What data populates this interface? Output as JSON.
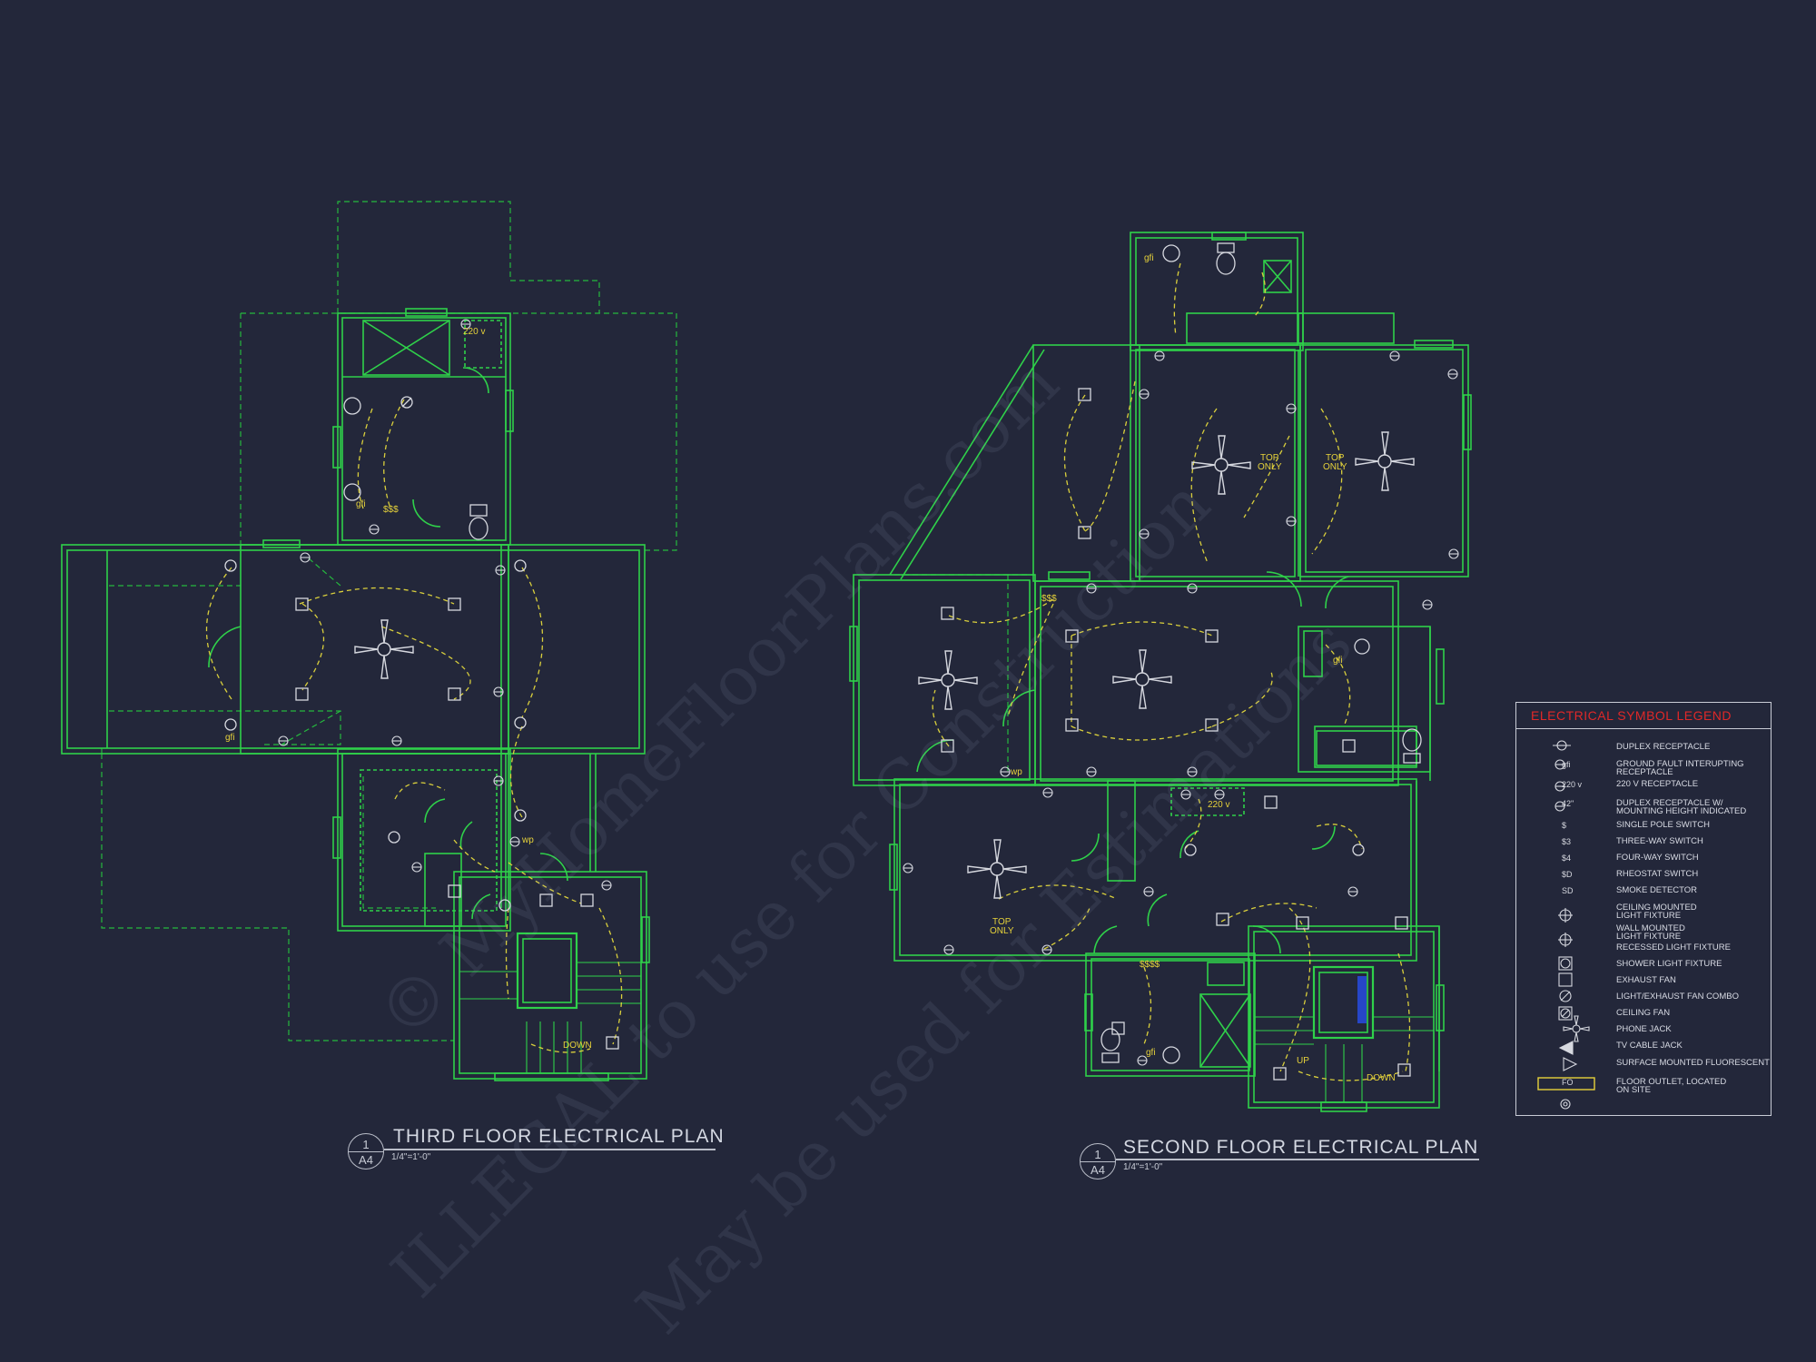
{
  "watermark": {
    "line1": "© MyHomeFloorPlans.com",
    "line2": "ILLEGAL to use for Construction",
    "line3": "May be used for Estimations"
  },
  "third_floor": {
    "title": "THIRD FLOOR ELECTRICAL PLAN",
    "num": "1",
    "sheet": "A4",
    "scale": "1/4\"=1'-0\"",
    "notes": {
      "v220": "220 v",
      "wp": "wp",
      "down": "DOWN",
      "gfi1": "gfi",
      "gfi2": "gfi",
      "sw3": "$$$"
    }
  },
  "second_floor": {
    "title": "SECOND FLOOR ELECTRICAL PLAN",
    "num": "1",
    "sheet": "A4",
    "scale": "1/4\"=1'-0\"",
    "notes": {
      "top_only_1": "TOP\nONLY",
      "top_only_2": "TOP\nONLY",
      "top_only_3": "TOP\nONLY",
      "v220": "220 v",
      "wp": "wp",
      "up": "UP",
      "down": "DOWN",
      "gfi1": "gfi",
      "gfi2": "gfi",
      "gfi3": "gfi",
      "sw4": "$$$$",
      "sw3": "$$$"
    }
  },
  "legend": {
    "title": "ELECTRICAL SYMBOL LEGEND",
    "items": [
      {
        "icon": "duplex-receptacle-icon",
        "label": "DUPLEX RECEPTACLE",
        "sym_text": ""
      },
      {
        "icon": "gfi-receptacle-icon",
        "label": "GROUND FAULT INTERUPTING\nRECEPTACLE",
        "sym_text": "gfi"
      },
      {
        "icon": "220v-receptacle-icon",
        "label": "220 V RECEPTACLE",
        "sym_text": "220 v"
      },
      {
        "icon": "height-receptacle-icon",
        "label": "DUPLEX RECEPTACLE W/\nMOUNTING HEIGHT INDICATED",
        "sym_text": "42\""
      },
      {
        "icon": "single-pole-switch-icon",
        "label": "SINGLE POLE SWITCH",
        "sym_text": "$"
      },
      {
        "icon": "three-way-switch-icon",
        "label": "THREE-WAY SWITCH",
        "sym_text": "$3"
      },
      {
        "icon": "four-way-switch-icon",
        "label": "FOUR-WAY SWITCH",
        "sym_text": "$4"
      },
      {
        "icon": "rheostat-switch-icon",
        "label": "RHEOSTAT SWITCH",
        "sym_text": "$D"
      },
      {
        "icon": "smoke-detector-icon",
        "label": "SMOKE DETECTOR",
        "sym_text": "SD"
      },
      {
        "icon": "ceiling-light-icon",
        "label": "CEILING MOUNTED\nLIGHT FIXTURE",
        "sym_text": ""
      },
      {
        "icon": "wall-light-icon",
        "label": "WALL MOUNTED\nLIGHT FIXTURE",
        "sym_text": ""
      },
      {
        "icon": "recessed-light-icon",
        "label": "RECESSED LIGHT FIXTURE",
        "sym_text": ""
      },
      {
        "icon": "shower-light-icon",
        "label": "SHOWER LIGHT FIXTURE",
        "sym_text": ""
      },
      {
        "icon": "exhaust-fan-icon",
        "label": "EXHAUST FAN",
        "sym_text": ""
      },
      {
        "icon": "light-exhaust-fan-icon",
        "label": "LIGHT/EXHAUST FAN COMBO",
        "sym_text": ""
      },
      {
        "icon": "ceiling-fan-icon",
        "label": "CEILING FAN",
        "sym_text": ""
      },
      {
        "icon": "phone-jack-icon",
        "label": "PHONE JACK",
        "sym_text": ""
      },
      {
        "icon": "tv-cable-jack-icon",
        "label": "TV CABLE JACK",
        "sym_text": ""
      },
      {
        "icon": "fluorescent-icon",
        "label": "SURFACE MOUNTED FLUORESCENT",
        "sym_text": ""
      },
      {
        "icon": "floor-outlet-icon",
        "label": "FLOOR OUTLET, LOCATED\nON SITE",
        "sym_text": "FO"
      }
    ]
  },
  "colors": {
    "background": "#23273a",
    "wall": "#2fd14a",
    "dashed_outline": "#25b83e",
    "symbol": "#d6d8df",
    "wiring": "#d9cf3c",
    "legend_title": "#e02828"
  }
}
